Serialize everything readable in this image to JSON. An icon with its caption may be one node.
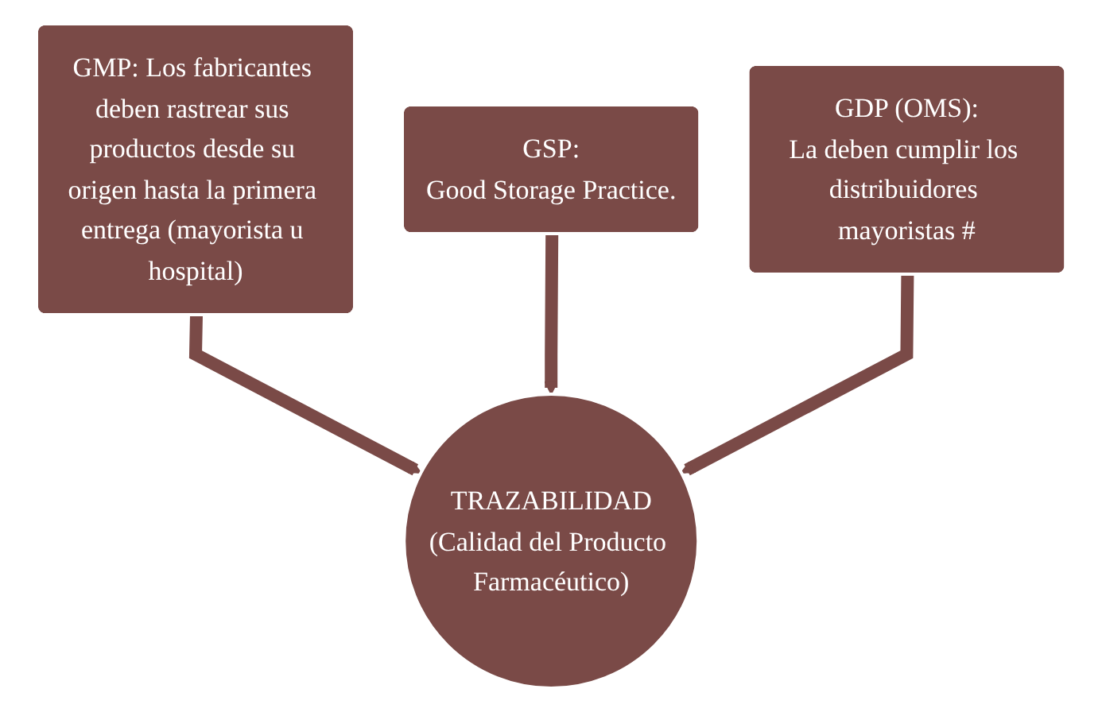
{
  "diagram": {
    "nodes": [
      {
        "text": [
          "GMP: Los fabricantes deben rastrear sus productos desde su origen hasta la primera entrega (mayorista u hospital)"
        ]
      },
      {
        "text": [
          "GSP:",
          "Good Storage Practice."
        ]
      },
      {
        "text": [
          "GDP (OMS):",
          "La deben cumplir los distribuidores mayoristas #"
        ]
      },
      {
        "text": [
          "TRAZABILIDAD",
          "(Calidad del Producto Farmacéutico)"
        ]
      }
    ],
    "edges": [
      {
        "from": 0,
        "to": 3,
        "arrow": "to"
      },
      {
        "from": 1,
        "to": 3,
        "arrow": "to"
      },
      {
        "from": 2,
        "to": 3,
        "arrow": "to"
      }
    ]
  }
}
